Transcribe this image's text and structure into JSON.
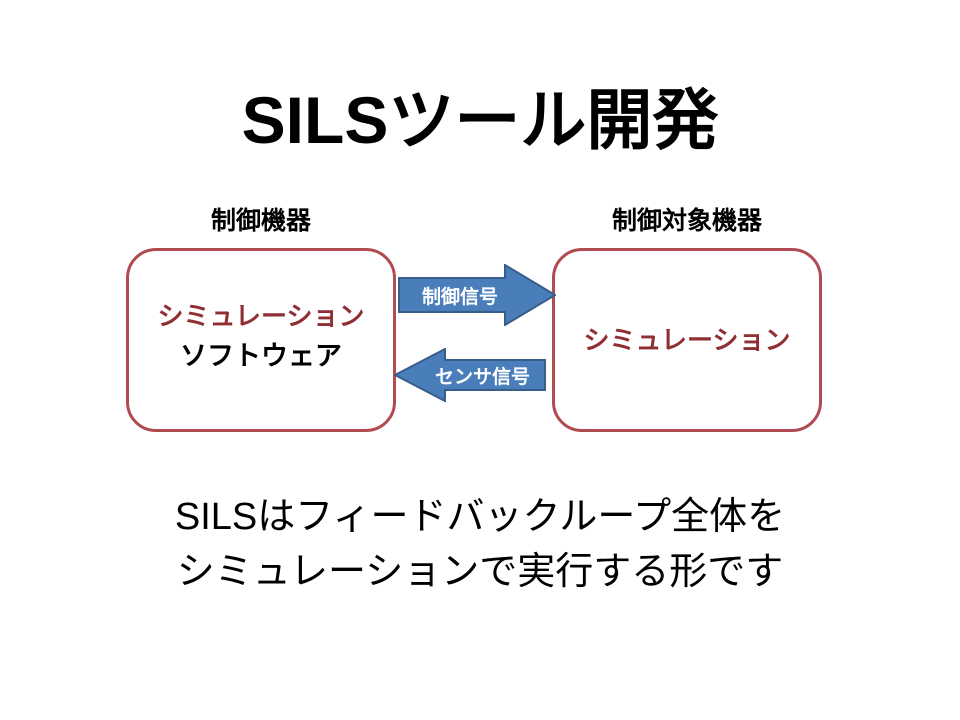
{
  "slide": {
    "title": "SILSツール開発",
    "background_color": "#FFFFFF"
  },
  "diagram": {
    "accent_colors": {
      "box_border_red": "#B14B52",
      "text_red": "#8F2F33",
      "arrow_blue": "#4A7EBB",
      "arrow_border_blue": "#385D8A",
      "text_black": "#000000",
      "arrow_label_text": "#FFFFFF"
    },
    "left_node": {
      "caption": "制御機器",
      "line1": "シミュレーション",
      "line2": "ソフトウェア"
    },
    "right_node": {
      "caption": "制御対象機器",
      "line1": "シミュレーション"
    },
    "arrows": [
      {
        "id": "control-signal",
        "label": "制御信号",
        "direction": "right",
        "from": "制御機器",
        "to": "制御対象機器"
      },
      {
        "id": "sensor-signal",
        "label": "センサ信号",
        "direction": "left",
        "from": "制御対象機器",
        "to": "制御機器"
      }
    ]
  },
  "caption": {
    "line1": "SILSはフィードバックループ全体を",
    "line2": "シミュレーションで実行する形です"
  }
}
